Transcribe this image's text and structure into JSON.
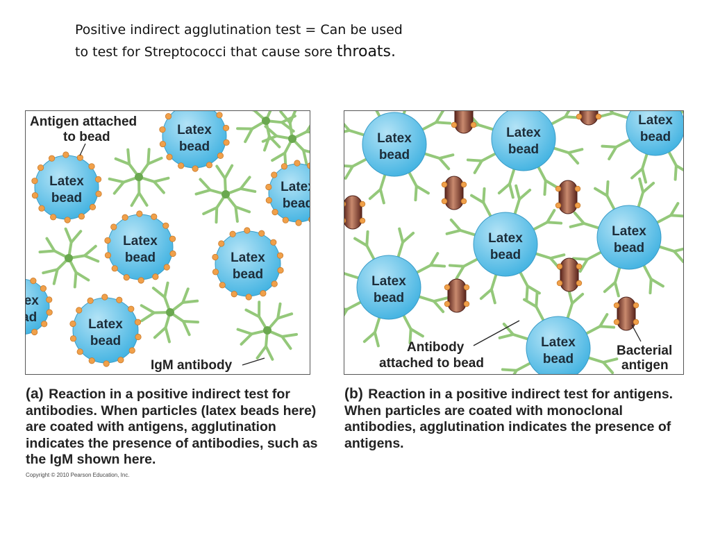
{
  "title": {
    "line1": "Positive indirect agglutination test = Can be used",
    "line2": "to test for Streptococci that cause sore ",
    "line2_tail": "throats."
  },
  "bead_label": [
    "Latex",
    "bead"
  ],
  "colors": {
    "bead": "#45b4e2",
    "bead_highlight": "#b3e3f6",
    "antigen_dot": "#f0a04a",
    "antibody": "#94c87a",
    "antibody_node": "#6aa84f",
    "bacteria": "#7b3a2e",
    "border": "#555555"
  },
  "panel_a": {
    "labels": {
      "antigen_line1": "Antigen attached",
      "antigen_line2": "to bead",
      "igm": "IgM antibody"
    },
    "caption_lead": "(a)",
    "caption_text": "Reaction in a positive indirect test for antibodies. When particles (latex beads here) are coated with antigens, agglutination indicates the presence of antibodies, such as the IgM shown here."
  },
  "panel_b": {
    "labels": {
      "antibody_line1": "Antibody",
      "antibody_line2": "attached to bead",
      "bacterial_line1": "Bacterial",
      "bacterial_line2": "antigen"
    },
    "caption_lead": "(b)",
    "caption_text": "Reaction in a positive indirect test for antigens. When particles are coated with monoclonal antibodies, agglutination indicates the presence of antigens."
  },
  "copyright": "Copyright © 2010 Pearson Education, Inc."
}
